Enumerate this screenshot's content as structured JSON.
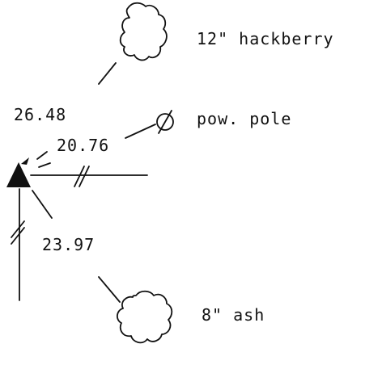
{
  "labels": {
    "hackberry": "12\" hackberry",
    "pole": "pow. pole",
    "ash": "8\" ash",
    "dist_hackberry": "26.48",
    "dist_pole": "20.76",
    "dist_ash": "23.97"
  },
  "colors": {
    "ink": "#111111",
    "background": "#ffffff"
  }
}
